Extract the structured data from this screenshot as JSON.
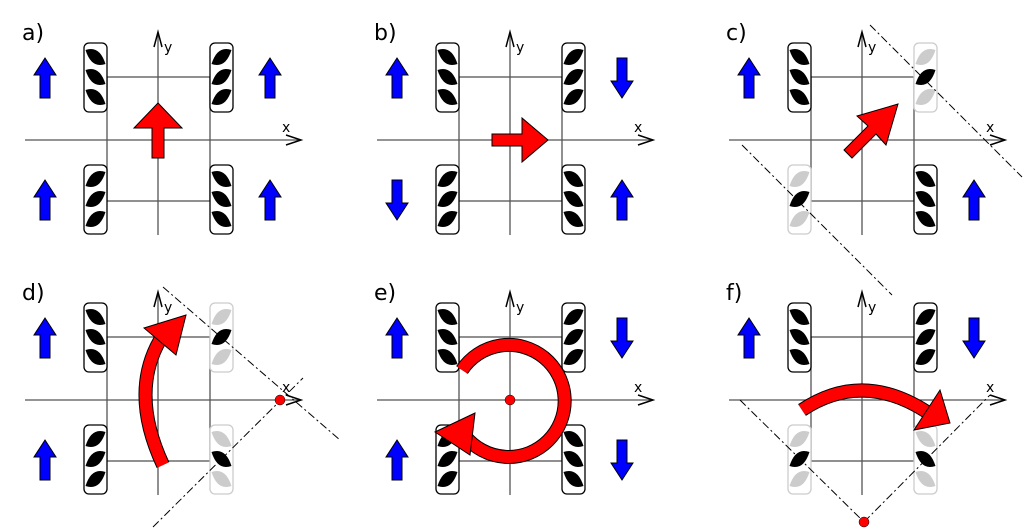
{
  "colors": {
    "wheel_arrow": "#0000ff",
    "motion_arrow": "#ff0000",
    "roller": "#000000",
    "faded_roller": "#cccccc",
    "frame": "#555555"
  },
  "axis_labels": {
    "x": "x",
    "y": "y"
  },
  "panels": [
    {
      "label": "a)",
      "motion": "forward",
      "wheels": {
        "fl": "up",
        "fr": "up",
        "bl": "up",
        "br": "up"
      },
      "faded": []
    },
    {
      "label": "b)",
      "motion": "sideways-right",
      "wheels": {
        "fl": "up",
        "fr": "down",
        "bl": "down",
        "br": "up"
      },
      "faded": []
    },
    {
      "label": "c)",
      "motion": "diagonal",
      "wheels": {
        "fl": "up",
        "br": "up"
      },
      "faded": [
        "fr",
        "bl"
      ]
    },
    {
      "label": "d)",
      "motion": "turn-around-side",
      "wheels": {
        "fl": "up",
        "bl": "up"
      },
      "faded": [
        "fr",
        "br"
      ]
    },
    {
      "label": "e)",
      "motion": "rotate-in-place",
      "wheels": {
        "fl": "up",
        "fr": "down",
        "bl": "up",
        "br": "down"
      },
      "faded": []
    },
    {
      "label": "f)",
      "motion": "turn-around-rear",
      "wheels": {
        "fl": "up",
        "fr": "down"
      },
      "faded": [
        "bl",
        "br"
      ]
    }
  ]
}
